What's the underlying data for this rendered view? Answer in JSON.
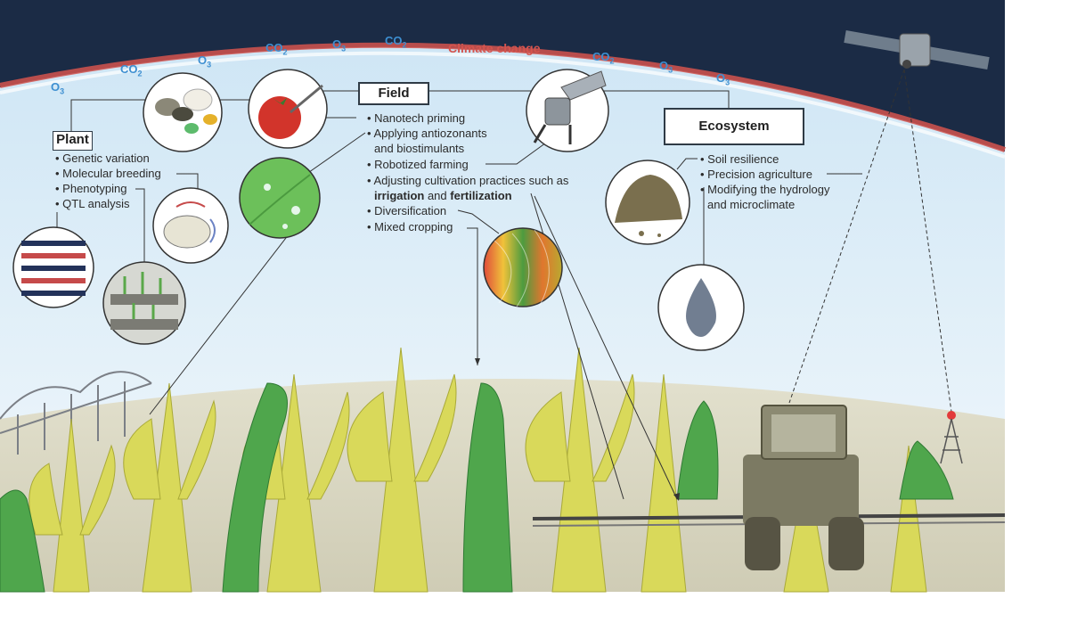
{
  "climate_label": "Climate change",
  "gases": {
    "co2": "CO",
    "co2_sub": "2",
    "o3": "O",
    "o3_sub": "3"
  },
  "plant": {
    "title": "Plant",
    "items": [
      "Genetic variation",
      "Molecular breeding",
      "Phenotyping",
      "QTL analysis"
    ]
  },
  "field": {
    "title": "Field",
    "items": [
      "Nanotech priming",
      "Applying antiozonants",
      "and biostimulants",
      "Robotized farming",
      "Adjusting cultivation practices such as",
      "Diversification",
      "Mixed cropping"
    ],
    "emph_irrigation": "irrigation",
    "emph_and": " and ",
    "emph_fertilization": "fertilization"
  },
  "ecosystem": {
    "title": "Ecosystem",
    "items": [
      "Soil resilience",
      "Precision agriculture",
      "Modifying the hydrology",
      "and microclimate"
    ]
  },
  "colors": {
    "sky_dark": "#1b2b45",
    "sky_light": "#cfe6f5",
    "atmosphere_red": "#d4544e",
    "gas_blue": "#3d8fd1",
    "crop_yellow": "#d9d95a",
    "crop_green": "#4fa64c",
    "ground": "#d8d6c4"
  }
}
